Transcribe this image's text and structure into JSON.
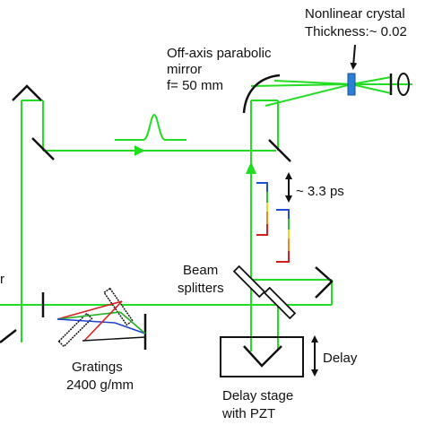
{
  "labels": {
    "crystal_line1": "Nonlinear crystal",
    "crystal_line2": "Thickness:~ 0.02",
    "parabolic_line1": "Off-axis parabolic",
    "parabolic_line2": "mirror",
    "parabolic_line3": "f= 50 mm",
    "delay_time": "~ 3.3 ps",
    "beam_line1": "Beam",
    "beam_line2": "splitters",
    "left_edge": "r",
    "gratings_line1": "Gratings",
    "gratings_line2": "2400 g/mm",
    "delay": "Delay",
    "stage_line1": "Delay stage",
    "stage_line2": "with PZT"
  },
  "colors": {
    "beam": "#22dd22",
    "mirror": "#111111",
    "crystal": "#2a7fd6",
    "pulse_red": "#d62020",
    "pulse_orange": "#f08a20",
    "pulse_yellow": "#e8d820",
    "pulse_green": "#30c030",
    "pulse_blue": "#2050d0",
    "grating_red": "#d62020",
    "grating_green": "#20b020",
    "grating_blue": "#2040d0"
  }
}
